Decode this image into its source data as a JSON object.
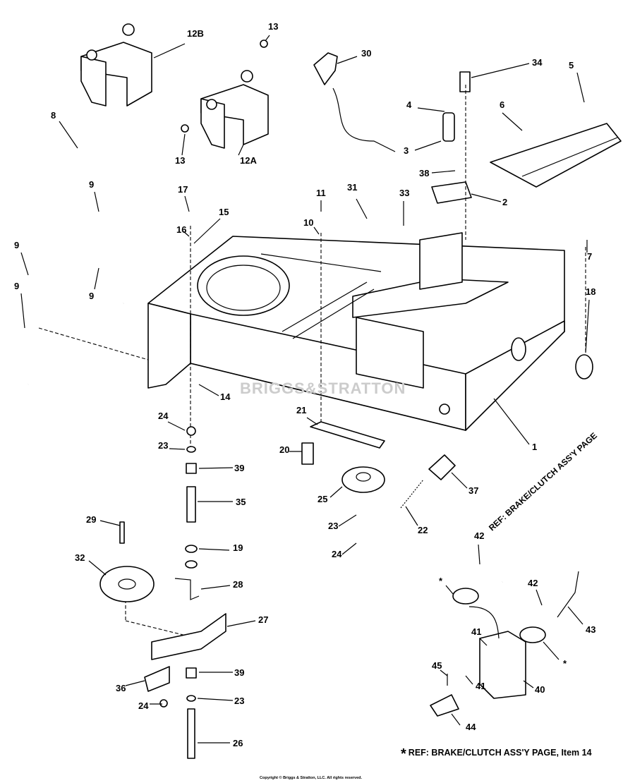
{
  "diagram": {
    "callouts": [
      "12B",
      "13",
      "13",
      "12A",
      "30",
      "34",
      "5",
      "4",
      "6",
      "3",
      "38",
      "2",
      "31",
      "33",
      "11",
      "10",
      "17",
      "16",
      "15",
      "8",
      "9",
      "9",
      "9",
      "9",
      "7",
      "18",
      "14",
      "21",
      "1",
      "20",
      "37",
      "25",
      "22",
      "23",
      "24",
      "24",
      "23",
      "39",
      "35",
      "29",
      "19",
      "32",
      "28",
      "27",
      "39",
      "23",
      "36",
      "24",
      "26",
      "42",
      "43",
      "42",
      "*",
      "*",
      "41",
      "45",
      "41",
      "40",
      "44"
    ],
    "reference_label": "REF: BRAKE/CLUTCH ASS'Y PAGE",
    "footnote_symbol": "*",
    "footnote": "REF: BRAKE/CLUTCH ASS'Y PAGE, Item 14",
    "watermark": "BRIGGS&STRATTON",
    "copyright": "Copyright © Briggs & Stratton, LLC. All rights reserved."
  }
}
